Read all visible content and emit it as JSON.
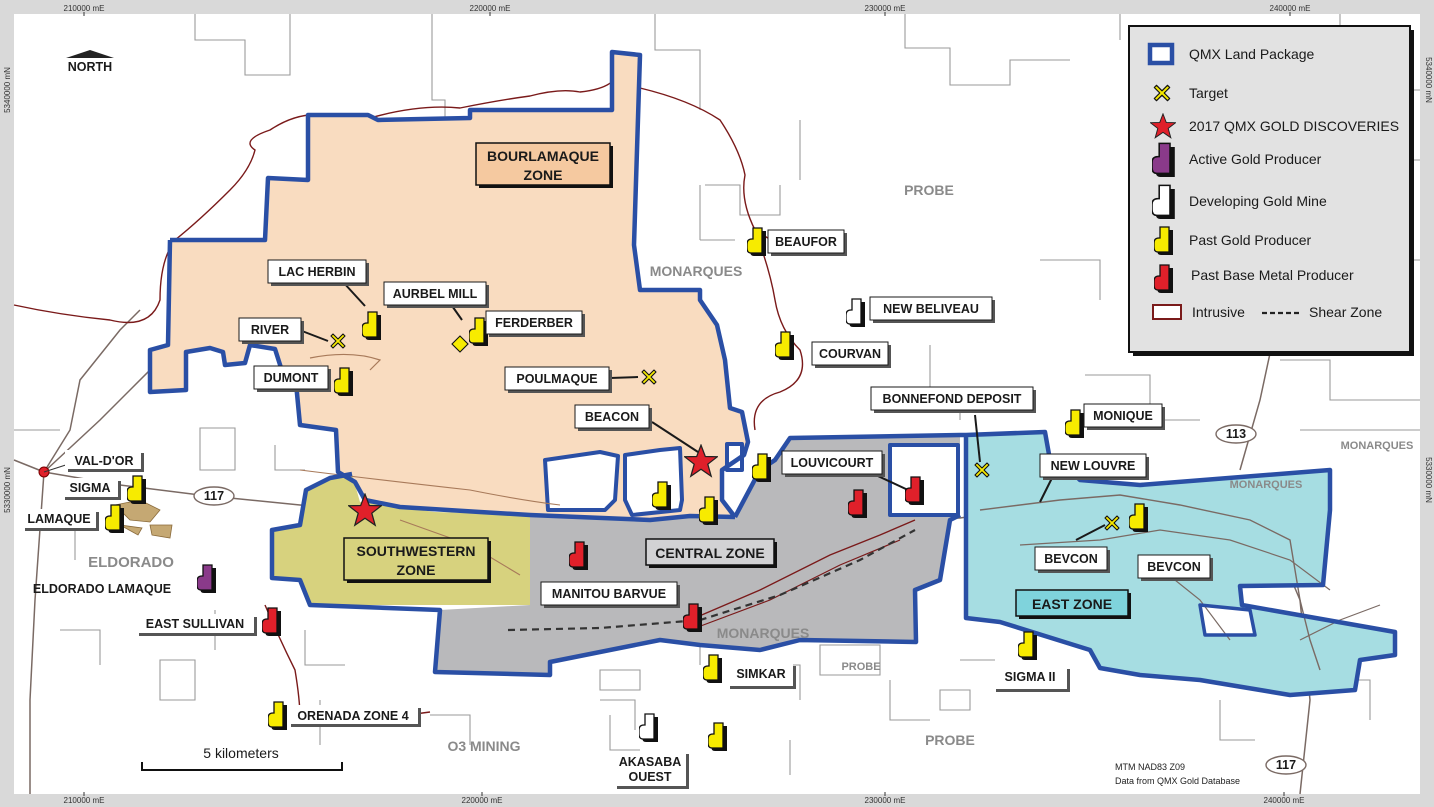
{
  "ticks": {
    "easting_top": [
      "210000 mE",
      "220000 mE",
      "230000 mE",
      "240000 mE"
    ],
    "easting_bottom": [
      "210000 mE",
      "220000 mE",
      "230000 mE",
      "240000 mE"
    ],
    "northing_left": [
      "5340000 mN",
      "5330000 mN"
    ],
    "northing_right": [
      "5340000 mN",
      "5330000 mN"
    ]
  },
  "north_arrow": {
    "label": "NORTH"
  },
  "zones": {
    "bourlamaque_line1": "BOURLAMAQUE",
    "bourlamaque_line2": "ZONE",
    "southwestern_line1": "SOUTHWESTERN",
    "southwestern_line2": "ZONE",
    "central": "CENTRAL ZONE",
    "east": "EAST ZONE"
  },
  "labels": {
    "lac_herbin": "LAC HERBIN",
    "aurbel_mill": "AURBEL MILL",
    "river": "RIVER",
    "ferderber": "FERDERBER",
    "dumont": "DUMONT",
    "poulmaque": "POULMAQUE",
    "beacon": "BEACON",
    "beaufor": "BEAUFOR",
    "new_beliveau": "NEW BELIVEAU",
    "courvan": "COURVAN",
    "bonnefond": "BONNEFOND DEPOSIT",
    "monique": "MONIQUE",
    "louvicourt": "LOUVICOURT",
    "new_louvre": "NEW LOUVRE",
    "bevcon_box": "BEVCON",
    "bevcon": "BEVCON",
    "val_dor": "VAL-D'OR",
    "sigma": "SIGMA",
    "lamaque": "LAMAQUE",
    "eldorado": "ELDORADO",
    "eldorado_lamaque": "ELDORADO LAMAQUE",
    "east_sullivan": "EAST SULLIVAN",
    "manitou_barvue": "MANITOU BARVUE",
    "monarques_center": "MONARQUES",
    "simkar": "SIMKAR",
    "probe_small": "PROBE",
    "sigma_ii": "SIGMA II",
    "orenada": "ORENADA ZONE 4",
    "o3_mining": "O3 MINING",
    "akasaba_line1": "AKASABA",
    "akasaba_line2": "OUEST",
    "probe_bottom": "PROBE",
    "probe_top": "PROBE",
    "monarques_top": "MONARQUES",
    "monarques_right": "MONARQUES",
    "monarques_east": "MONARQUES"
  },
  "roads": {
    "r117_left": "117",
    "r113": "113",
    "r117_right": "117"
  },
  "legend": {
    "land_package": "QMX Land Package",
    "target": "Target",
    "discoveries": "2017 QMX GOLD DISCOVERIES",
    "active_producer": "Active Gold Producer",
    "developing_mine": "Developing Gold Mine",
    "past_gold": "Past Gold Producer",
    "past_base": "Past Base Metal Producer",
    "intrusive": "Intrusive",
    "shear_zone": "Shear Zone"
  },
  "scale_bar": {
    "label": "5 kilometers"
  },
  "credits": {
    "datum": "MTM NAD83 Z09",
    "source": "Data from QMX Gold Database"
  },
  "colors": {
    "land_package": "#2a4fa5",
    "bourlamaque_fill": "#f9dcc0",
    "southwestern_fill": "#d7d27e",
    "central_fill": "#b9b9bb",
    "east_fill": "#a6dde2",
    "past_gold": "#f7eb00",
    "past_base": "#e0202a",
    "active_gold": "#8a3a8a",
    "discovery_star": "#e0202a",
    "intrusive": "#7a1a1a"
  }
}
